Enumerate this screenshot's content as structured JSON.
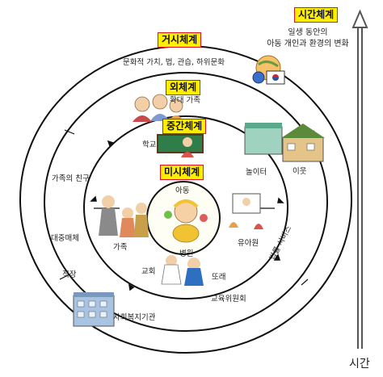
{
  "systems": {
    "chrono": "시간체계",
    "macro": "거시체계",
    "exo": "외체계",
    "meso": "중간체계",
    "micro": "미시체계"
  },
  "chrono_note": {
    "line1": "일생 동안의",
    "line2": "아동 개인과 환경의 변화"
  },
  "time_axis_label": "시간",
  "center_label": "아동",
  "macro_caption": "문화적 가치, 법, 관습, 하위문화",
  "labels": {
    "extended_family": "확대 가족",
    "school": "학교",
    "playground": "놀이터",
    "neighbors": "이웃",
    "family_friends": "가족의 친구",
    "mass_media": "대중매체",
    "family": "가족",
    "kindergarten": "유아원",
    "church": "교회",
    "hospital": "병원",
    "peers": "또래",
    "legal_services": "법률 서비스",
    "workplace": "직장",
    "education_board": "교육위원회",
    "social_welfare": "사회복지기관"
  },
  "colors": {
    "tag_fill": "#ffee00",
    "tag_border": "#e0141e",
    "ring": "#111111"
  }
}
